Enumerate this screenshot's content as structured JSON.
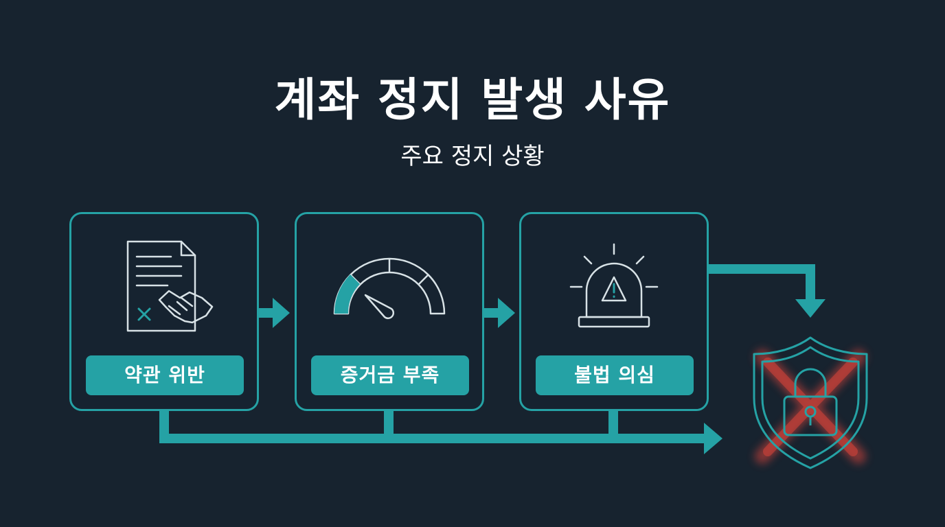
{
  "header": {
    "title": "계좌 정지 발생 사유",
    "subtitle": "주요 정지 상황"
  },
  "cards": [
    {
      "label": "약관 위반",
      "icon": "contract-handshake-icon"
    },
    {
      "label": "증거금 부족",
      "icon": "gauge-icon"
    },
    {
      "label": "불법 의심",
      "icon": "alarm-siren-icon"
    }
  ],
  "result": {
    "icon": "locked-shield-icon"
  },
  "colors": {
    "background": "#17232f",
    "accent": "#25a2a5",
    "icon_stroke": "#d8e2e6",
    "alert": "#e0453a",
    "title": "#ffffff"
  }
}
